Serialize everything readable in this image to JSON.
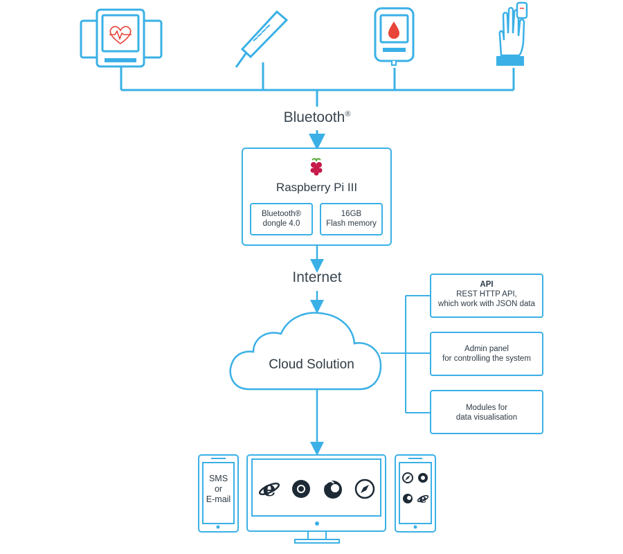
{
  "colors": {
    "accent": "#3ab0e6",
    "heart": "#e8443a",
    "text": "#2d3a45"
  },
  "devices": [
    {
      "name": "blood-pressure-monitor-icon"
    },
    {
      "name": "thermometer-icon"
    },
    {
      "name": "glucometer-icon"
    },
    {
      "name": "pulse-oximeter-icon"
    }
  ],
  "connection_1": {
    "label": "Bluetooth",
    "mark": "®"
  },
  "gateway": {
    "title": "Raspberry Pi III",
    "logo_icon": "raspberry-pi-logo-icon",
    "modules": [
      {
        "line1": "Bluetooth®",
        "line2": "dongle 4.0"
      },
      {
        "line1": "16GB",
        "line2": "Flash memory"
      }
    ]
  },
  "connection_2": {
    "label": "Internet"
  },
  "cloud": {
    "label": "Cloud Solution"
  },
  "services": [
    {
      "title": "API",
      "line1": "REST HTTP API,",
      "line2": "which work with JSON data"
    },
    {
      "line1": "Admin panel",
      "line2": "for controlling the system"
    },
    {
      "line1": "Modules for",
      "line2": "data visualisation"
    }
  ],
  "clients": {
    "phone": {
      "line1": "SMS",
      "line2": "or",
      "line3": "E-mail"
    },
    "desktop_browsers": [
      "ie-icon",
      "chrome-icon",
      "firefox-icon",
      "safari-icon"
    ],
    "tablet_browsers": [
      "safari-icon",
      "chrome-icon",
      "firefox-icon",
      "ie-icon"
    ]
  }
}
